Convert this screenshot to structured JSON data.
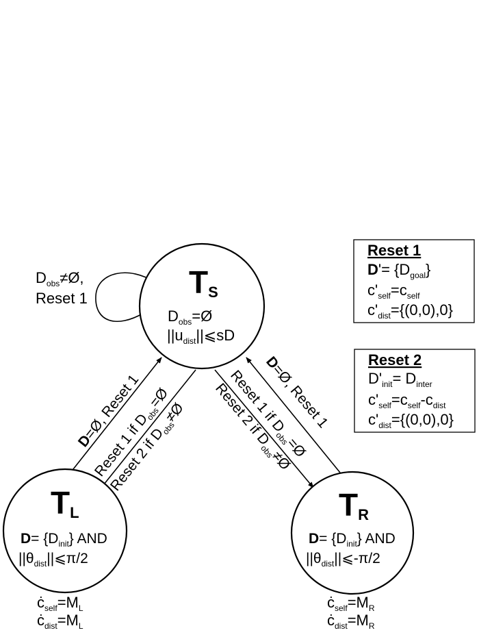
{
  "states": {
    "ts": {
      "name_main": "T",
      "name_sub": "S",
      "cond1_pre": "D",
      "cond1_sub": "obs",
      "cond1_post": "=Ø",
      "cond2_pre": "||u",
      "cond2_sub": "dist",
      "cond2_post": "||⩽sD"
    },
    "tl": {
      "name_main": "T",
      "name_sub": "L",
      "cond1_bold": "D",
      "cond1_pre": "= {D",
      "cond1_sub": "init",
      "cond1_post": "} AND",
      "cond2_pre": "||θ",
      "cond2_sub": "dist",
      "cond2_post": "||⩽π/2",
      "dyn1_pre": "ċ",
      "dyn1_sub": "self",
      "dyn1_mid": "=M",
      "dyn1_sub2": "L",
      "dyn2_pre": "ċ",
      "dyn2_sub": "dist",
      "dyn2_mid": "=M",
      "dyn2_sub2": "L"
    },
    "tr": {
      "name_main": "T",
      "name_sub": "R",
      "cond1_bold": "D",
      "cond1_pre": "= {D",
      "cond1_sub": "init",
      "cond1_post": "} AND",
      "cond2_pre": "||θ",
      "cond2_sub": "dist",
      "cond2_post": "||⩽-π/2",
      "dyn1_pre": "ċ",
      "dyn1_sub": "self",
      "dyn1_mid": "=M",
      "dyn1_sub2": "R",
      "dyn2_pre": "ċ",
      "dyn2_sub": "dist",
      "dyn2_mid": "=M",
      "dyn2_sub2": "R"
    }
  },
  "self_loop": {
    "line1_pre": "D",
    "line1_sub": "obs",
    "line1_post": "≠Ø,",
    "line2": "Reset 1"
  },
  "edges": {
    "tl_to_ts": {
      "bold": "D",
      "rest": "=Ø, Reset 1"
    },
    "ts_to_tl_1": {
      "pre": "Reset 1 if D",
      "sub": "obs",
      "post": "=Ø"
    },
    "ts_to_tl_2": {
      "pre": "Reset 2 if D",
      "sub": "obs",
      "post": "≠Ø"
    },
    "tr_to_ts": {
      "bold": "D",
      "rest": "=Ø, Reset 1"
    },
    "ts_to_tr_1": {
      "pre": "Reset 1 if D",
      "sub": "obs",
      "post": "=Ø"
    },
    "ts_to_tr_2": {
      "pre": "Reset 2 if D",
      "sub": "obs",
      "post": "≠Ø"
    }
  },
  "reset1": {
    "title": "Reset 1",
    "l1_bold": "D",
    "l1_pre": "'= {D",
    "l1_sub": "goal",
    "l1_post": "}",
    "l2_pre": "c'",
    "l2_sub": "self",
    "l2_mid": "=c",
    "l2_sub2": "self",
    "l3_pre": "c'",
    "l3_sub": "dist",
    "l3_post": "={(0,0),0}"
  },
  "reset2": {
    "title": "Reset 2",
    "l1_pre": "D'",
    "l1_sub": "init",
    "l1_mid": "= D",
    "l1_sub2": "inter",
    "l2_pre": "c'",
    "l2_sub": "self",
    "l2_mid": "=c",
    "l2_sub2": "self",
    "l2_mid2": "-c",
    "l2_sub3": "dist",
    "l3_pre": "c'",
    "l3_sub": "dist",
    "l3_post": "={(0,0),0}"
  }
}
